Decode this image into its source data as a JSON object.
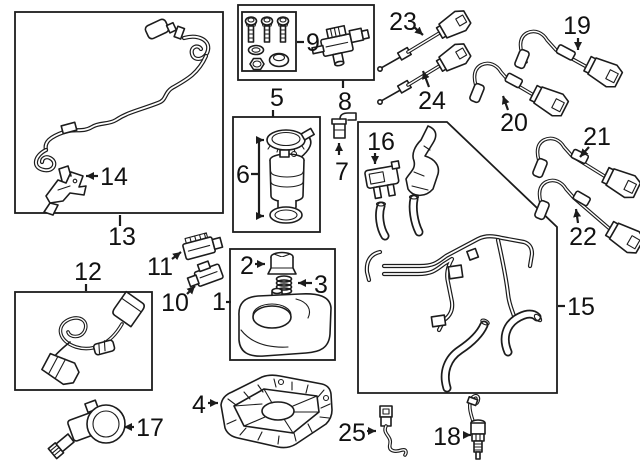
{
  "diagram": {
    "background_color": "#ffffff",
    "line_color": "#1c1c1c",
    "callouts": [
      {
        "num": "1"
      },
      {
        "num": "2"
      },
      {
        "num": "3"
      },
      {
        "num": "4"
      },
      {
        "num": "5"
      },
      {
        "num": "6"
      },
      {
        "num": "7"
      },
      {
        "num": "8"
      },
      {
        "num": "9"
      },
      {
        "num": "10"
      },
      {
        "num": "11"
      },
      {
        "num": "12"
      },
      {
        "num": "13"
      },
      {
        "num": "14"
      },
      {
        "num": "15"
      },
      {
        "num": "16"
      },
      {
        "num": "17"
      },
      {
        "num": "18"
      },
      {
        "num": "19"
      },
      {
        "num": "20"
      },
      {
        "num": "21"
      },
      {
        "num": "22"
      },
      {
        "num": "23"
      },
      {
        "num": "24"
      },
      {
        "num": "25"
      }
    ]
  }
}
